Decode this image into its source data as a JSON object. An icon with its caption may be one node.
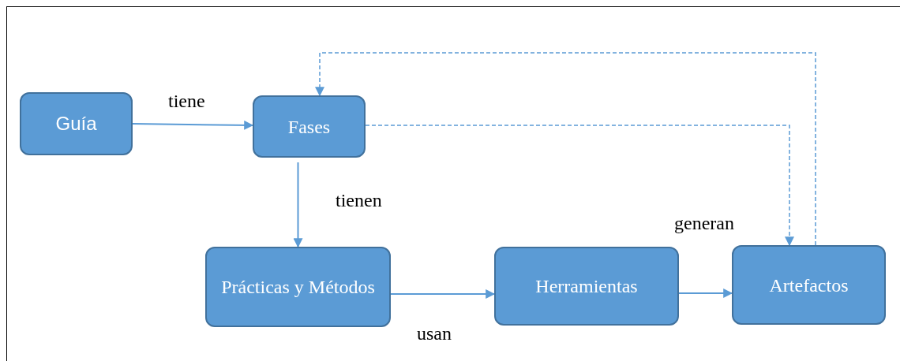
{
  "diagram": {
    "nodes": [
      {
        "text": [
          "Guía"
        ]
      },
      {
        "text": [
          "Fases"
        ]
      },
      {
        "text": [
          "Prácticas y Métodos"
        ]
      },
      {
        "text": [
          "Herramientas"
        ]
      },
      {
        "text": [
          "Artefactos"
        ]
      }
    ],
    "edges": [
      {
        "from": 0,
        "to": 1,
        "arrow": "to",
        "label": "tiene"
      },
      {
        "from": 1,
        "to": 2,
        "arrow": "to",
        "label": "tienen"
      },
      {
        "from": 2,
        "to": 3,
        "arrow": "to",
        "label": "usan"
      },
      {
        "from": 3,
        "to": 4,
        "arrow": "to",
        "label": "generan"
      },
      {
        "from": 1,
        "to": 4,
        "arrow": "to",
        "style": "dashed"
      },
      {
        "from": 4,
        "to": 1,
        "arrow": "to",
        "style": "dashed"
      }
    ]
  }
}
